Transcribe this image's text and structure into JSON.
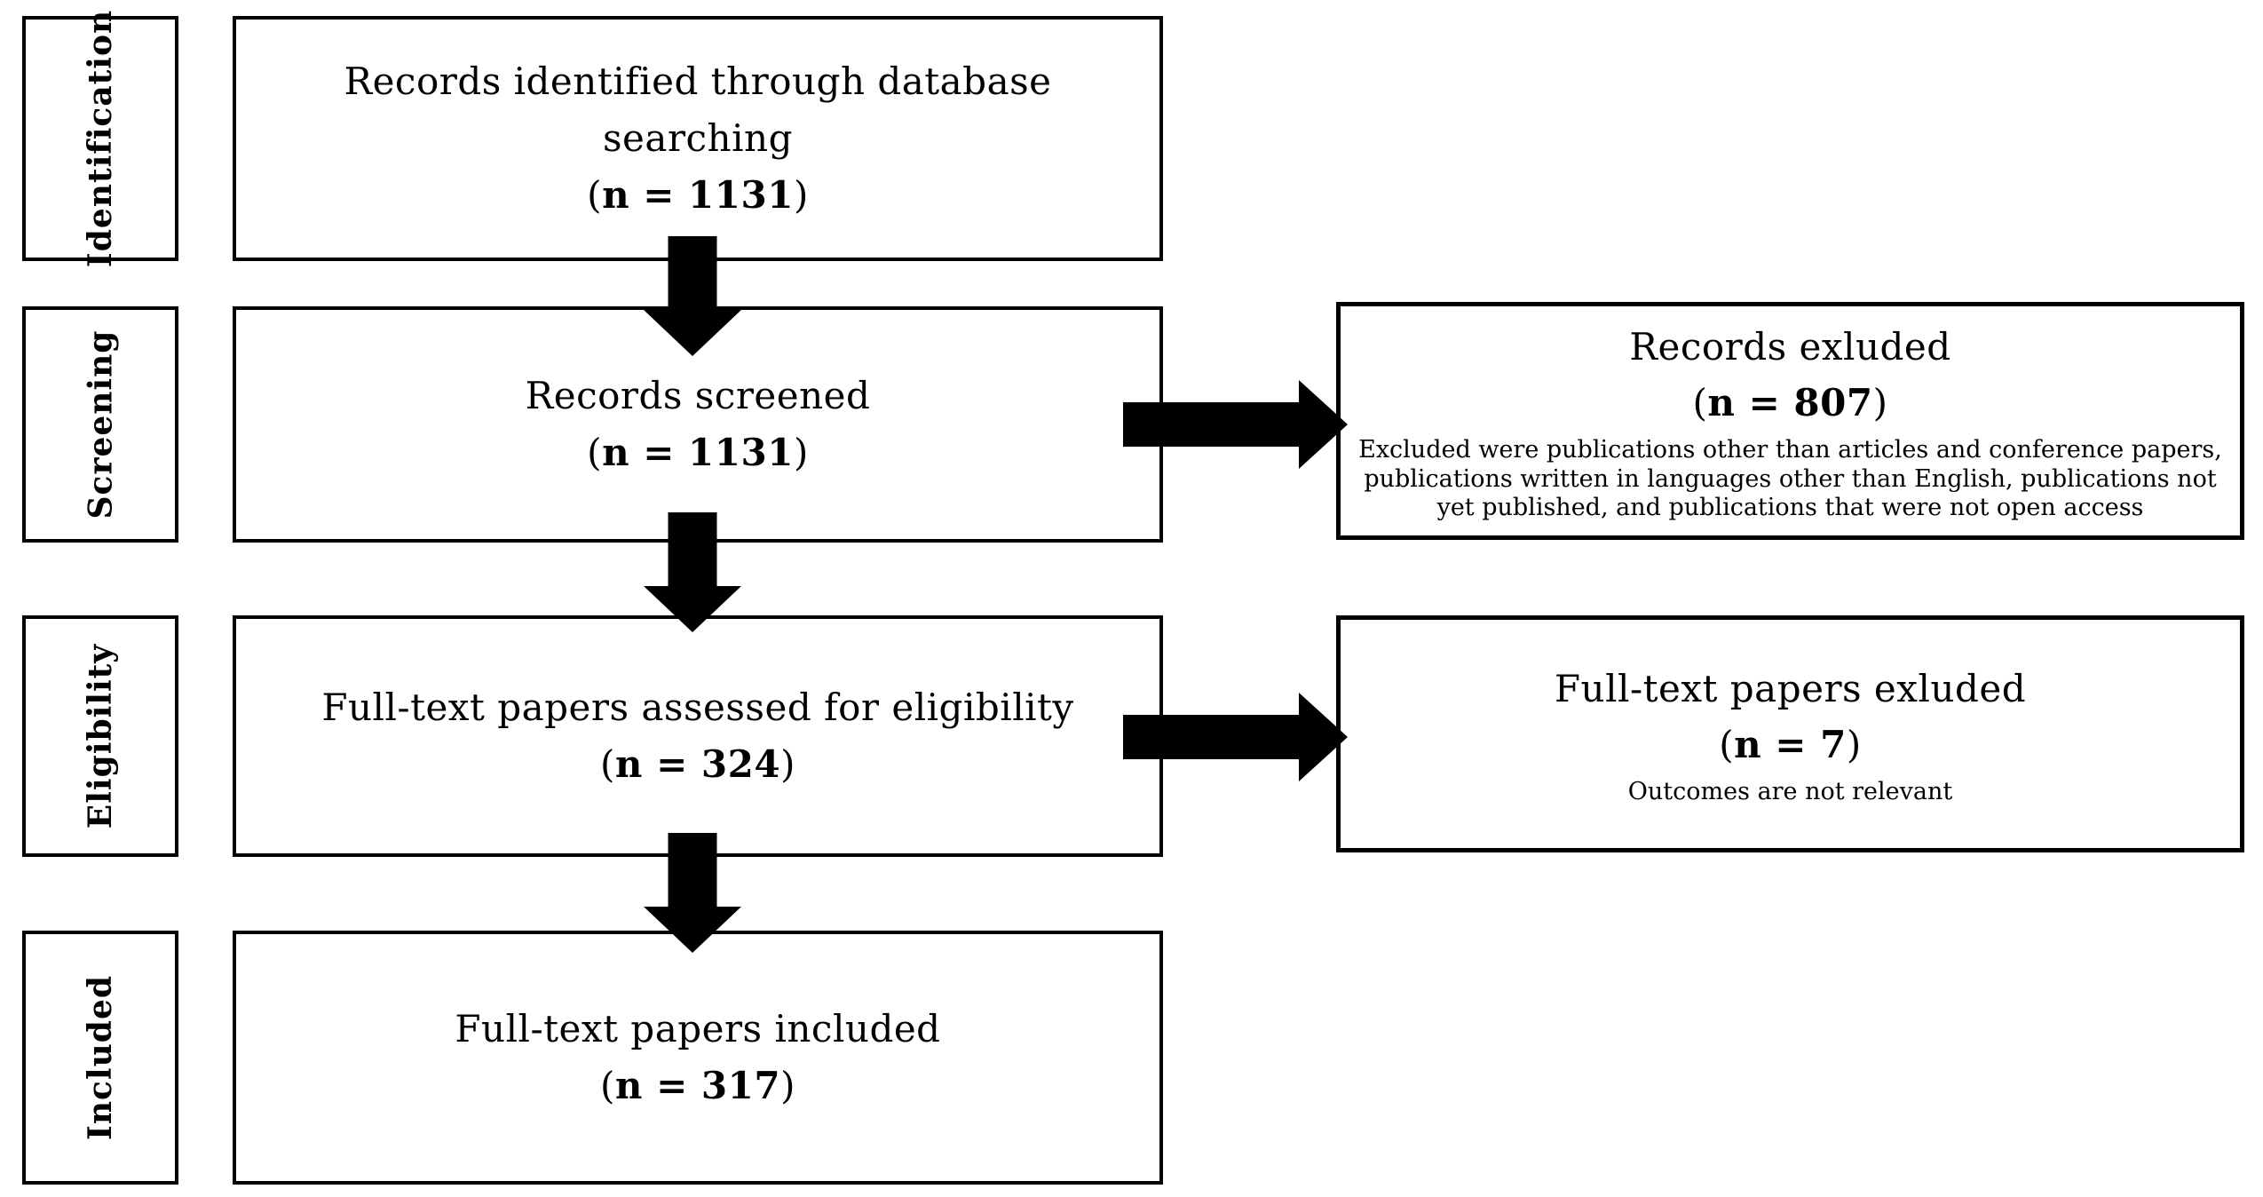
{
  "punct": {
    "open": "(",
    "close": ")"
  },
  "colors": {
    "ink": "#000000",
    "background": "#ffffff"
  },
  "stages": [
    {
      "label": "Identification"
    },
    {
      "label": "Screening"
    },
    {
      "label": "Eligibility"
    },
    {
      "label": "Included"
    }
  ],
  "main_boxes": [
    {
      "lines": [
        "Records identified through database",
        "searching"
      ],
      "count": "n = 1131"
    },
    {
      "lines": [
        "Records screened"
      ],
      "count": "n = 1131"
    },
    {
      "lines": [
        "Full-text papers assessed for eligibility"
      ],
      "count": "n = 324"
    },
    {
      "lines": [
        "Full-text papers included"
      ],
      "count": "n = 317"
    }
  ],
  "side_boxes": [
    {
      "title": "Records exluded",
      "count": "n = 807",
      "note": [
        "Excluded were publications other than articles and conference papers,",
        "publications written in languages other than English, publications not",
        "yet published, and publications that were not open access"
      ]
    },
    {
      "title": "Full-text papers exluded",
      "count": "n = 7",
      "note": [
        "Outcomes are not relevant"
      ]
    }
  ]
}
